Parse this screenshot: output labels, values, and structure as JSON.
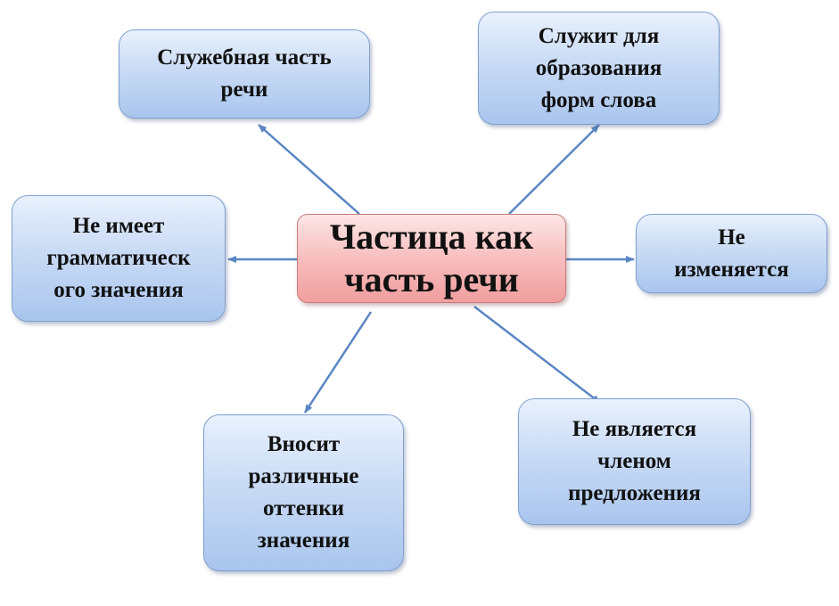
{
  "diagram": {
    "center": "Частица  как\nчасть речи",
    "nodes": {
      "top_left": "Служебная часть\nречи",
      "top_right": "Служит для\nобразования\nформ слова",
      "left": "Не имеет\nграмматическ\nого значения",
      "right": "Не\nизменяется",
      "bottom_left": "Вносит\nразличные\nоттенки\nзначения",
      "bottom_right": "Не является\nчленом\nпредложения"
    },
    "colors": {
      "center_fill": "#f4b4b4",
      "node_fill": "#c9dbf5",
      "arrow": "#5b86c4"
    }
  }
}
